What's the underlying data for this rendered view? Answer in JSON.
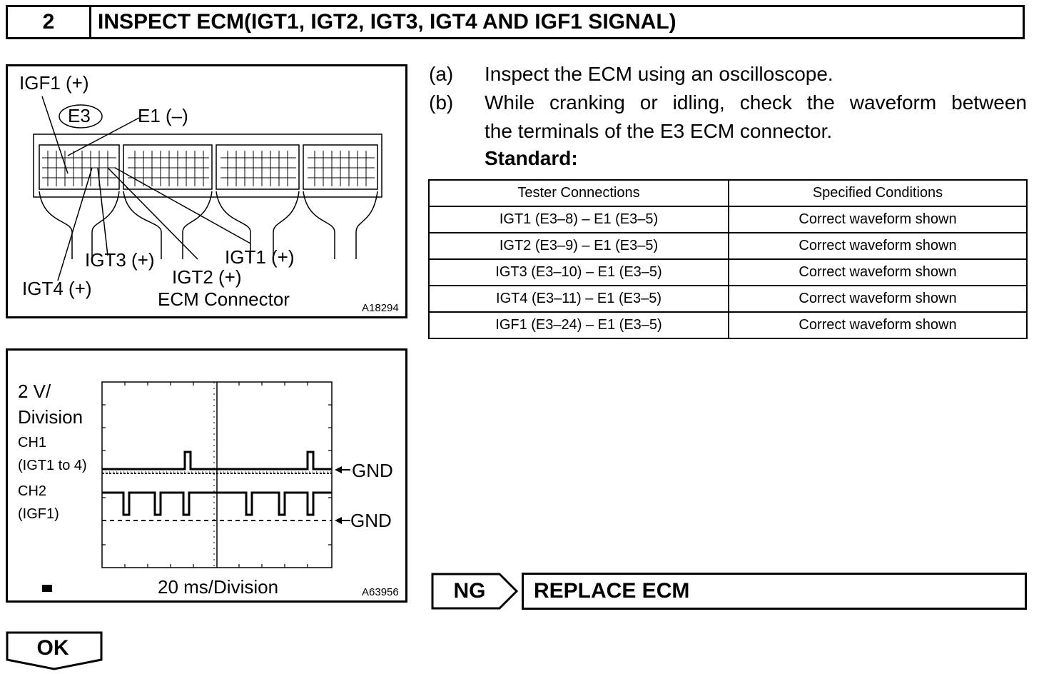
{
  "step": {
    "number": "2",
    "title": "INSPECT ECM(IGT1, IGT2, IGT3, IGT4 AND IGF1 SIGNAL)"
  },
  "connector_figure": {
    "labels": {
      "igf1": "IGF1 (+)",
      "e3": "E3",
      "e1": "E1 (–)",
      "igt3": "IGT3 (+)",
      "igt1": "IGT1 (+)",
      "igt2": "IGT2 (+)",
      "igt4": "IGT4 (+)",
      "connector": "ECM Connector"
    },
    "figure_id": "A18294"
  },
  "waveform_figure": {
    "scale_v_line1": "2 V/",
    "scale_v_line2": "Division",
    "ch1": "CH1",
    "ch1_desc": "(IGT1 to 4)",
    "ch2": "CH2",
    "ch2_desc": "(IGF1)",
    "gnd1": "GND",
    "gnd2": "GND",
    "time_scale": "20 ms/Division",
    "figure_id": "A63956"
  },
  "instructions": {
    "a_label": "(a)",
    "a_text": "Inspect the ECM using an oscilloscope.",
    "b_label": "(b)",
    "b_text_line1": "While cranking or idling, check the waveform between",
    "b_text_line2": "the terminals of the E3 ECM connector.",
    "standard": "Standard:"
  },
  "spec_table": {
    "headers": [
      "Tester Connections",
      "Specified Conditions"
    ],
    "rows": [
      [
        "IGT1 (E3–8) – E1 (E3–5)",
        "Correct waveform shown"
      ],
      [
        "IGT2 (E3–9) – E1 (E3–5)",
        "Correct waveform shown"
      ],
      [
        "IGT3 (E3–10) – E1 (E3–5)",
        "Correct waveform shown"
      ],
      [
        "IGT4 (E3–11) – E1 (E3–5)",
        "Correct waveform shown"
      ],
      [
        "IGF1 (E3–24) – E1 (E3–5)",
        "Correct waveform shown"
      ]
    ]
  },
  "ng": {
    "label": "NG",
    "action": "REPLACE ECM"
  },
  "ok": {
    "label": "OK"
  }
}
